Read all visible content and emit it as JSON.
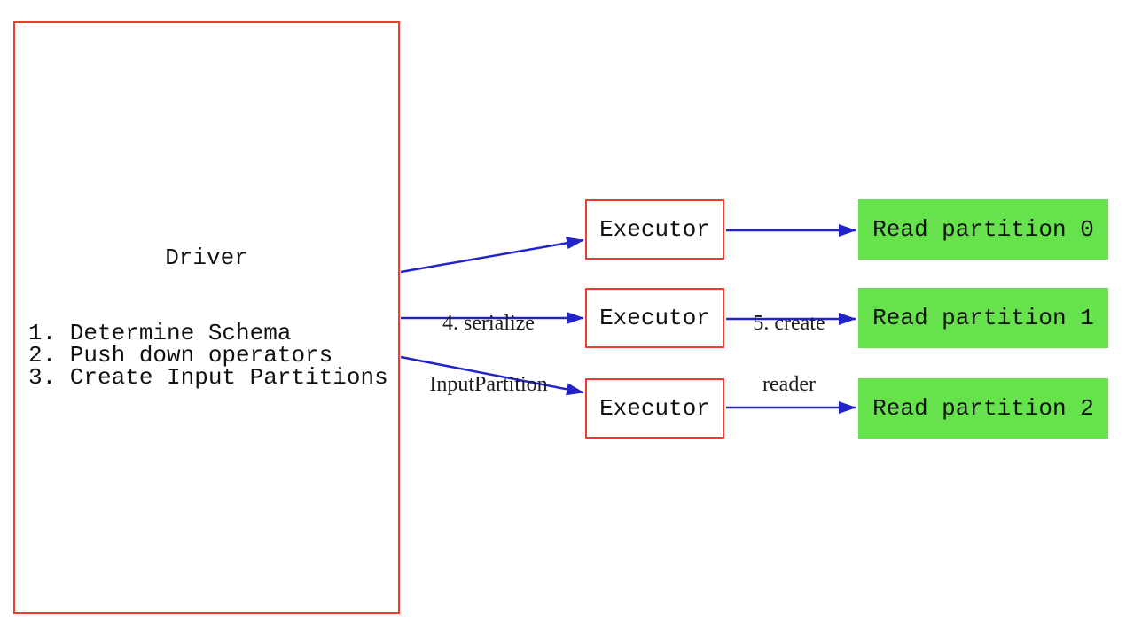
{
  "diagram": {
    "colors": {
      "background": "#ffffff",
      "box_border_red": "#ed3d30",
      "arrow_blue": "#2323cc",
      "partition_green": "#66e24c",
      "text": "#111111"
    },
    "driver": {
      "title": "Driver",
      "steps": [
        "1. Determine Schema",
        "2. Push down operators",
        "3. Create Input Partitions"
      ]
    },
    "executors": [
      {
        "label": "Executor"
      },
      {
        "label": "Executor"
      },
      {
        "label": "Executor"
      }
    ],
    "partitions": [
      {
        "label": "Read partition 0"
      },
      {
        "label": "Read partition 1"
      },
      {
        "label": "Read partition 2"
      }
    ],
    "arrow_labels": {
      "serialize": {
        "line1": "4. serialize",
        "line2": "InputPartition"
      },
      "create_reader": {
        "line1": "5. create",
        "line2": "reader"
      }
    }
  }
}
